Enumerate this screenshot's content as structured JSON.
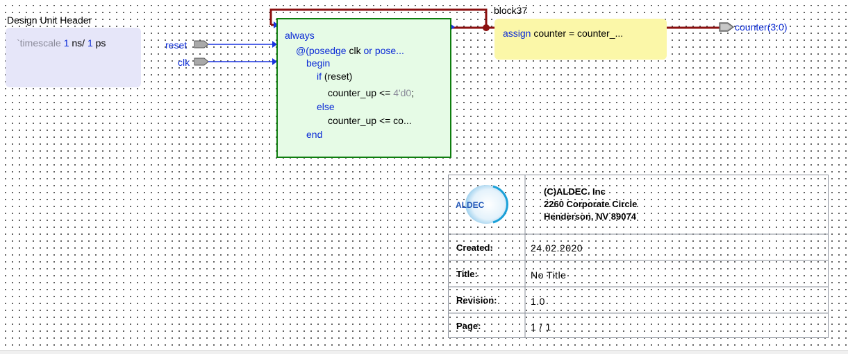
{
  "design_unit_header": {
    "title": "Design Unit Header",
    "timescale_keyword": "`timescale",
    "time_unit_value": "1",
    "time_unit": "ns/",
    "precision_value": "1",
    "precision_unit": "ps"
  },
  "ports": {
    "inputs": [
      "reset",
      "clk"
    ],
    "output": "counter(3:0)"
  },
  "always_block": {
    "lines": [
      {
        "parts": [
          {
            "t": "always",
            "c": "blue"
          }
        ]
      },
      {
        "parts": [
          {
            "t": "@(",
            "c": "blue"
          },
          {
            "t": "posedge",
            "c": "blue"
          },
          {
            "t": " clk ",
            "c": "black"
          },
          {
            "t": "or pose...",
            "c": "blue"
          }
        ]
      },
      {
        "parts": [
          {
            "t": "begin",
            "c": "blue"
          }
        ]
      },
      {
        "parts": [
          {
            "t": "if",
            "c": "blue"
          },
          {
            "t": " (reset)",
            "c": "black"
          }
        ]
      },
      {
        "parts": [
          {
            "t": "counter_up <= ",
            "c": "black"
          },
          {
            "t": "4'd0",
            "c": "gray"
          },
          {
            "t": ";",
            "c": "black"
          }
        ]
      },
      {
        "parts": [
          {
            "t": "else",
            "c": "blue"
          }
        ]
      },
      {
        "parts": [
          {
            "t": "counter_up <= co...",
            "c": "black"
          }
        ]
      },
      {
        "parts": [
          {
            "t": "end",
            "c": "blue"
          }
        ]
      }
    ]
  },
  "assign_block": {
    "name": "block37",
    "keyword": "assign",
    "statement": " counter = counter_..."
  },
  "title_block": {
    "logo_text": "ALDEC",
    "company_lines": [
      "(C)ALDEC. Inc",
      "2260 Corporate Circle",
      "Henderson, NV 89074"
    ],
    "rows": [
      {
        "label": "Created:",
        "value": "24.02.2020"
      },
      {
        "label": "Title:",
        "value": "No Title"
      },
      {
        "label": "Revision:",
        "value": "1.0"
      },
      {
        "label": "Page:",
        "value": "1 / 1"
      }
    ]
  },
  "colors": {
    "wire_blue": "#1a33e0",
    "wire_red": "#8b0f0f",
    "always_border": "#0e7d0e",
    "always_fill": "#e6fbe6",
    "assign_fill": "#fbf7a8",
    "header_fill": "#e6e6f9"
  }
}
